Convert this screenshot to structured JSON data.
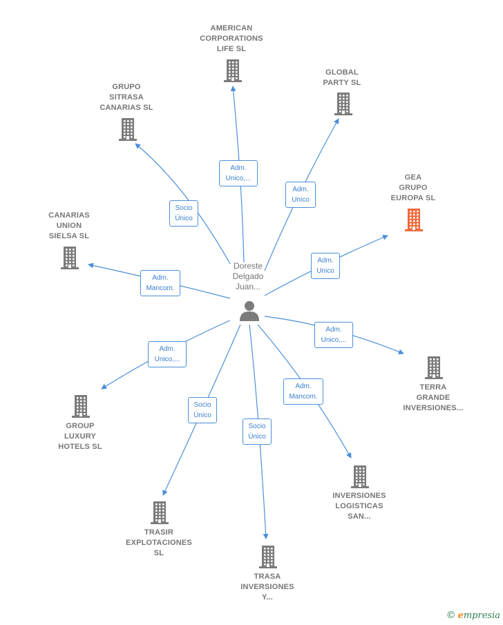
{
  "center": {
    "name": "Doreste\nDelgado\nJuan..."
  },
  "colors": {
    "edge": "#4a8fd8",
    "building": "#7b7b7b",
    "highlight": "#f26a3a"
  },
  "companies": [
    {
      "id": "american",
      "name": "AMERICAN\nCORPORATIONS\nLIFE  SL",
      "highlight": false
    },
    {
      "id": "global",
      "name": "GLOBAL\nPARTY SL",
      "highlight": false
    },
    {
      "id": "sitrasa",
      "name": "GRUPO\nSITRASA\nCANARIAS  SL",
      "highlight": false
    },
    {
      "id": "gea",
      "name": "GEA\nGRUPO\nEUROPA  SL",
      "highlight": true
    },
    {
      "id": "canarias",
      "name": "CANARIAS\nUNION\nSIELSA SL",
      "highlight": false
    },
    {
      "id": "terra",
      "name": "TERRA\nGRANDE\nINVERSIONES...",
      "highlight": false
    },
    {
      "id": "group",
      "name": "GROUP\nLUXURY\nHOTELS  SL",
      "highlight": false
    },
    {
      "id": "logisticas",
      "name": "INVERSIONES\nLOGISTICAS\nSAN...",
      "highlight": false
    },
    {
      "id": "trasir",
      "name": "TRASIR\nEXPLOTACIONES\nSL",
      "highlight": false
    },
    {
      "id": "trasa",
      "name": "TRASA\nINVERSIONES\nY...",
      "highlight": false
    }
  ],
  "relations": [
    {
      "target": "american",
      "label": "Adm.\nUnico,..."
    },
    {
      "target": "global",
      "label": "Adm.\nUnico"
    },
    {
      "target": "sitrasa",
      "label": "Socio\nÚnico"
    },
    {
      "target": "gea",
      "label": "Adm.\nUnico"
    },
    {
      "target": "canarias",
      "label": "Adm.\nMancom."
    },
    {
      "target": "terra",
      "label": "Adm.\nUnico,..."
    },
    {
      "target": "group",
      "label": "Adm.\nUnico,..."
    },
    {
      "target": "logisticas",
      "label": "Adm.\nMancom."
    },
    {
      "target": "trasir",
      "label": "Socio\nÚnico"
    },
    {
      "target": "trasa",
      "label": "Socio\nÚnico"
    }
  ],
  "brand": {
    "copyright": "©",
    "first": "e",
    "rest": "mpresia"
  }
}
